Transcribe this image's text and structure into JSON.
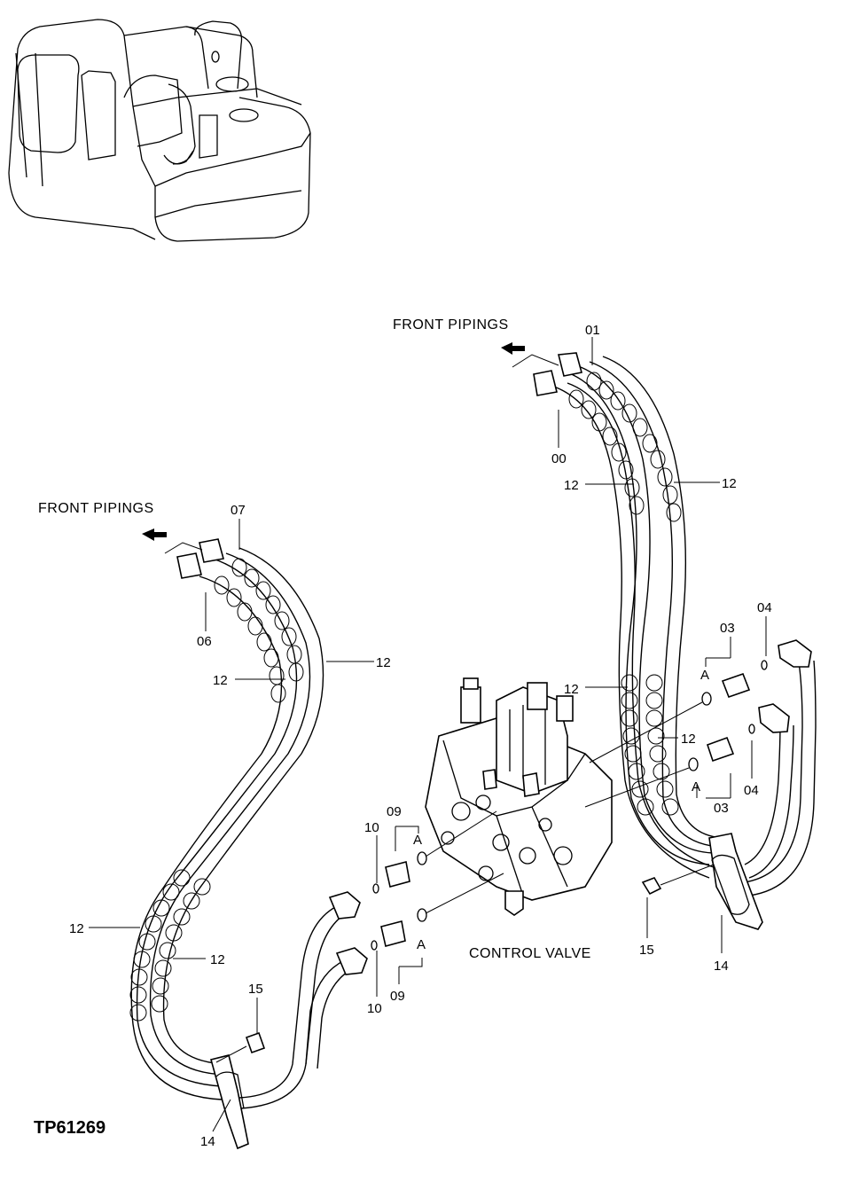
{
  "diagram_id": "TP61269",
  "captions": {
    "front_pipings_right": "FRONT PIPINGS",
    "front_pipings_left": "FRONT PIPINGS",
    "control_valve": "CONTROL VALVE"
  },
  "callouts": {
    "c01": "01",
    "c00": "00",
    "c12a": "12",
    "c12b": "12",
    "c07": "07",
    "c06": "06",
    "c12c": "12",
    "c12d": "12",
    "c03a": "03",
    "c04a": "04",
    "c12e": "12",
    "c12f": "12",
    "c04b": "04",
    "c03b": "03",
    "c09a": "09",
    "c10a": "10",
    "c10b": "10",
    "c09b": "09",
    "c15a": "15",
    "c14a": "14",
    "c12g": "12",
    "c12h": "12",
    "c15b": "15",
    "c14b": "14",
    "ca1": "A",
    "ca2": "A",
    "ca3": "A",
    "ca4": "A"
  }
}
